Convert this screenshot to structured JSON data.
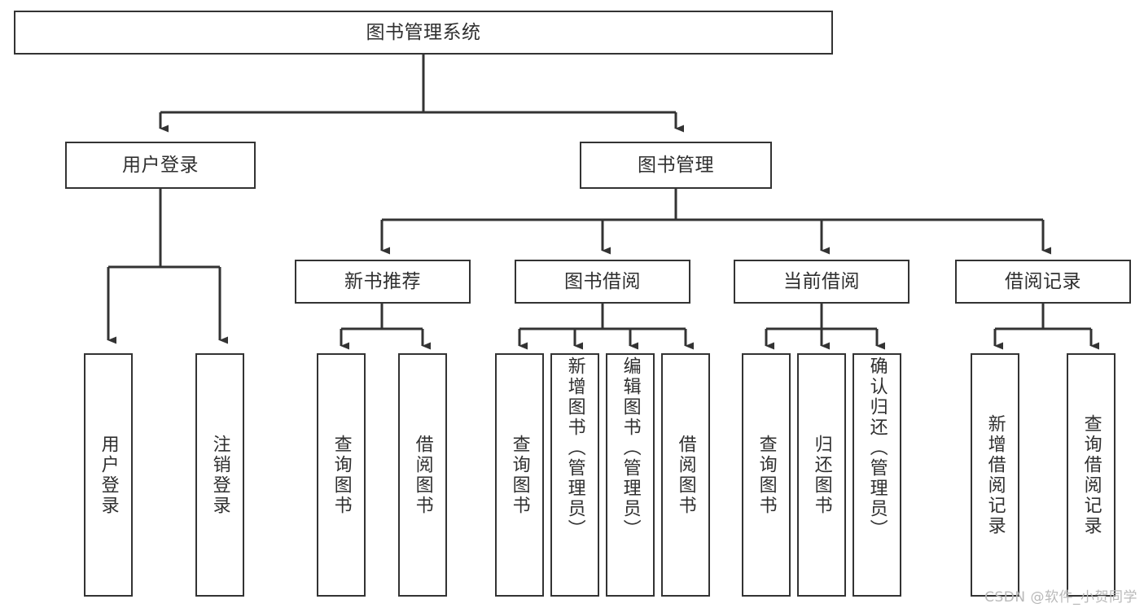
{
  "diagram": {
    "type": "tree-hierarchy",
    "title": "图书管理系统",
    "watermark": "CSDN @软件_小贺同学",
    "colors": {
      "box_border": "#333333",
      "box_fill": "#ffffff",
      "connector": "#333333",
      "text": "#2f2f2f",
      "watermark": "#b9b9b9",
      "background": "#ffffff"
    },
    "levels": [
      {
        "level": 1,
        "nodes": [
          {
            "id": "root",
            "label": "图书管理系统",
            "orientation": "horizontal"
          }
        ]
      },
      {
        "level": 2,
        "nodes": [
          {
            "id": "user-login",
            "label": "用户登录",
            "orientation": "horizontal",
            "parent": "root"
          },
          {
            "id": "book-admin",
            "label": "图书管理",
            "orientation": "horizontal",
            "parent": "root"
          }
        ]
      },
      {
        "level": 3,
        "nodes": [
          {
            "id": "new-book-rec",
            "label": "新书推荐",
            "orientation": "horizontal",
            "parent": "book-admin"
          },
          {
            "id": "book-borrow",
            "label": "图书借阅",
            "orientation": "horizontal",
            "parent": "book-admin"
          },
          {
            "id": "current-borrow",
            "label": "当前借阅",
            "orientation": "horizontal",
            "parent": "book-admin"
          },
          {
            "id": "borrow-record",
            "label": "借阅记录",
            "orientation": "horizontal",
            "parent": "book-admin"
          }
        ]
      },
      {
        "level": 4,
        "nodes": [
          {
            "id": "leaf-1",
            "label": "用户登录",
            "orientation": "vertical",
            "parent": "user-login"
          },
          {
            "id": "leaf-2",
            "label": "注销登录",
            "orientation": "vertical",
            "parent": "user-login"
          },
          {
            "id": "leaf-3",
            "label": "查询图书",
            "orientation": "vertical",
            "parent": "new-book-rec"
          },
          {
            "id": "leaf-4",
            "label": "借阅图书",
            "orientation": "vertical",
            "parent": "new-book-rec"
          },
          {
            "id": "leaf-5",
            "label": "查询图书",
            "orientation": "vertical",
            "parent": "book-borrow"
          },
          {
            "id": "leaf-6",
            "label": "新增图书（管理员）",
            "orientation": "vertical",
            "parent": "book-borrow"
          },
          {
            "id": "leaf-7",
            "label": "编辑图书（管理员）",
            "orientation": "vertical",
            "parent": "book-borrow"
          },
          {
            "id": "leaf-8",
            "label": "借阅图书",
            "orientation": "vertical",
            "parent": "book-borrow"
          },
          {
            "id": "leaf-9",
            "label": "查询图书",
            "orientation": "vertical",
            "parent": "current-borrow"
          },
          {
            "id": "leaf-10",
            "label": "归还图书",
            "orientation": "vertical",
            "parent": "current-borrow"
          },
          {
            "id": "leaf-11",
            "label": "确认归还（管理员）",
            "orientation": "vertical",
            "parent": "current-borrow"
          },
          {
            "id": "leaf-12",
            "label": "新增借阅记录",
            "orientation": "vertical",
            "parent": "borrow-record"
          },
          {
            "id": "leaf-13",
            "label": "查询借阅记录",
            "orientation": "vertical",
            "parent": "borrow-record"
          }
        ]
      }
    ]
  }
}
